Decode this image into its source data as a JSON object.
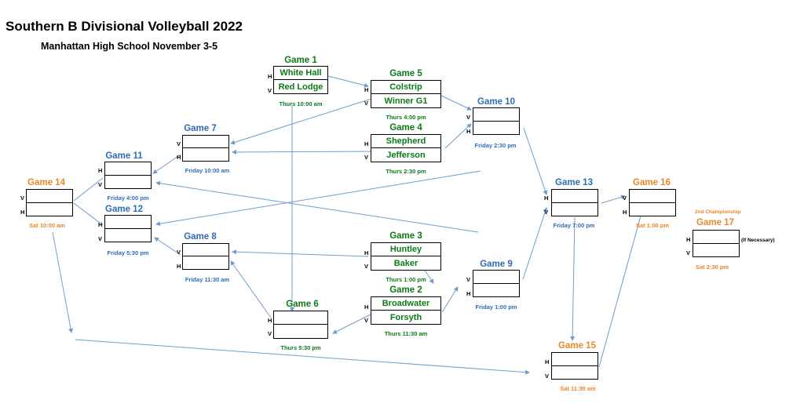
{
  "header": {
    "title": "Southern B Divisional Volleyball 2022",
    "subtitle": "Manhattan High School November 3-5"
  },
  "games": {
    "g1": {
      "title": "Game 1",
      "time": "Thurs 10:00 am",
      "top_label": "H",
      "bot_label": "V",
      "top_team": "White Hall",
      "bot_team": "Red Lodge"
    },
    "g2": {
      "title": "Game 2",
      "time": "Thurs 11:30 am",
      "top_label": "H",
      "bot_label": "V",
      "top_team": "Broadwater",
      "bot_team": "Forsyth"
    },
    "g3": {
      "title": "Game 3",
      "time": "Thurs 1:00 pm",
      "top_label": "H",
      "bot_label": "V",
      "top_team": "Huntley",
      "bot_team": "Baker"
    },
    "g4": {
      "title": "Game 4",
      "time": "Thurs 2:30 pm",
      "top_label": "H",
      "bot_label": "V",
      "top_team": "Shepherd",
      "bot_team": "Jefferson"
    },
    "g5": {
      "title": "Game 5",
      "time": "Thurs 4:00 pm",
      "top_label": "H",
      "bot_label": "V",
      "top_team": "Colstrip",
      "bot_team": "Winner G1"
    },
    "g6": {
      "title": "Game 6",
      "time": "Thurs 5:30 pm",
      "top_label": "H",
      "bot_label": "V"
    },
    "g7": {
      "title": "Game 7",
      "time": "Friday 10:00 am",
      "top_label": "V",
      "bot_label": "H"
    },
    "g8": {
      "title": "Game 8",
      "time": "Friday 11:30 am",
      "top_label": "V",
      "bot_label": "H"
    },
    "g9": {
      "title": "Game 9",
      "time": "Friday 1:00 pm",
      "top_label": "V",
      "bot_label": "H"
    },
    "g10": {
      "title": "Game 10",
      "time": "Friday 2:30 pm",
      "top_label": "V",
      "bot_label": "H"
    },
    "g11": {
      "title": "Game 11",
      "time": "Friday 4:00 pm",
      "top_label": "H",
      "bot_label": "V"
    },
    "g12": {
      "title": "Game 12",
      "time": "Friday 5:30 pm",
      "top_label": "H",
      "bot_label": "V"
    },
    "g13": {
      "title": "Game 13",
      "time": "Friday 7:00 pm",
      "top_label": "H",
      "bot_label": "V"
    },
    "g14": {
      "title": "Game 14",
      "time": "Sat 10:00 am",
      "top_label": "V",
      "bot_label": "H"
    },
    "g15": {
      "title": "Game 15",
      "time": "Sat 11:30 am",
      "top_label": "H",
      "bot_label": "V"
    },
    "g16": {
      "title": "Game 16",
      "time": "Sat 1:00 pm",
      "top_label": "V",
      "bot_label": "H"
    },
    "g17": {
      "title": "Game 17",
      "time": "Sat 2:30 pm",
      "top_label": "H",
      "bot_label": "V",
      "pretitle": "2nd Championship",
      "note": "(If Necessary)"
    }
  },
  "colors": {
    "green_title": "#1a8a1a",
    "blue_title": "#4a7fbd",
    "orange_title": "#e8862a",
    "connector": "#6f9ccf"
  }
}
